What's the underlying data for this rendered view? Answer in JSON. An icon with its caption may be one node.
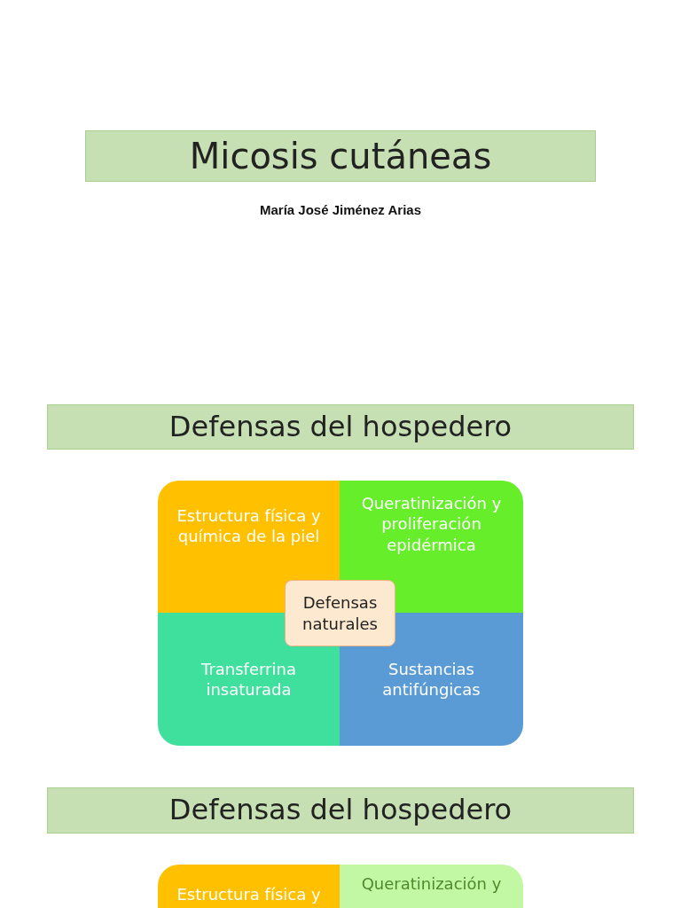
{
  "diagram": {
    "nodes": [
      {
        "text": [
          "Micosis cutáneas"
        ]
      },
      {
        "text": [
          "Defensas del hospedero"
        ]
      },
      {
        "text": [
          "Estructura física y química de la piel"
        ]
      },
      {
        "text": [
          "Queratinización y proliferación epidérmica"
        ]
      },
      {
        "text": [
          "Transferrina insaturada"
        ]
      },
      {
        "text": [
          "Sustancias antifúngicas"
        ]
      },
      {
        "text": [
          "Defensas naturales"
        ]
      },
      {
        "text": [
          "Defensas del hospedero"
        ]
      },
      {
        "text": [
          "Estructura física y"
        ]
      },
      {
        "text": [
          "Queratinización y"
        ]
      }
    ],
    "edges": [],
    "labels": [
      "María José Jiménez Arias"
    ]
  }
}
